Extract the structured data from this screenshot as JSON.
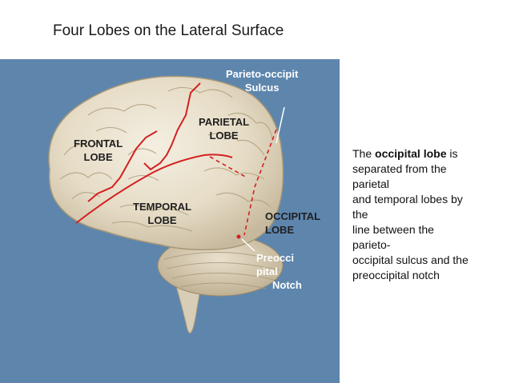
{
  "title": "Four Lobes on the Lateral Surface",
  "labels": {
    "parieto_occipital_sulcus": [
      "Parieto-occipit",
      "Sulcus"
    ],
    "parietal_lobe": [
      "PARIETAL",
      "LOBE"
    ],
    "frontal_lobe": [
      "FRONTAL",
      "LOBE"
    ],
    "temporal_lobe": [
      "TEMPORAL",
      "LOBE"
    ],
    "occipital_lobe": [
      "OCCIPITAL",
      "LOBE"
    ],
    "preoccipital_notch": [
      "Preocci",
      "pital",
      "Notch"
    ]
  },
  "description": {
    "prefix": "The ",
    "emphasis": "occipital lobe",
    "lines_after_emphasis_first": " is",
    "lines": [
      "separated from the",
      "parietal",
      "and temporal lobes by",
      "the",
      "line between the",
      "parieto-",
      "occipital sulcus and the",
      "preoccipital notch"
    ]
  },
  "colors": {
    "background_panel": "#5e86ad",
    "sulcus_line": "#d42020",
    "label_white": "#ffffff",
    "label_dark": "#1f1f1f"
  }
}
